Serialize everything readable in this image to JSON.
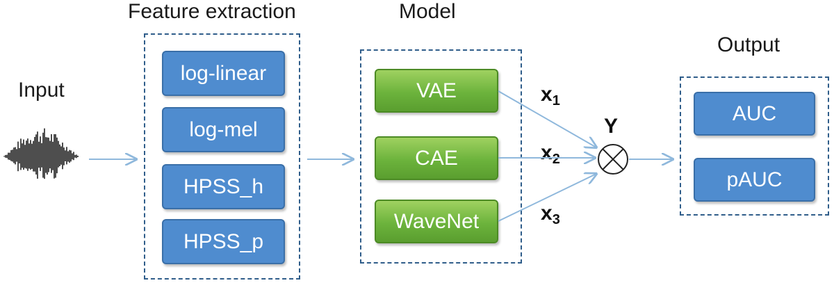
{
  "labels": {
    "input": "Input",
    "feature_extraction": "Feature extraction",
    "model": "Model",
    "output": "Output"
  },
  "features": [
    "log-linear",
    "log-mel",
    "HPSS_h",
    "HPSS_p"
  ],
  "models": [
    "VAE",
    "CAE",
    "WaveNet"
  ],
  "outputs": [
    "AUC",
    "pAUC"
  ],
  "variables": {
    "x1_base": "x",
    "x1_sub": "1",
    "x2_base": "x",
    "x2_sub": "2",
    "x3_base": "x",
    "x3_sub": "3",
    "y": "Y"
  },
  "colors": {
    "feature_box": "#4f8ccf",
    "model_box": "#6cb33c",
    "arrow": "#8fb8dc",
    "group_border": "#2f5d8a"
  },
  "icons": {
    "input": "waveform-icon",
    "combine": "circled-x-icon"
  }
}
